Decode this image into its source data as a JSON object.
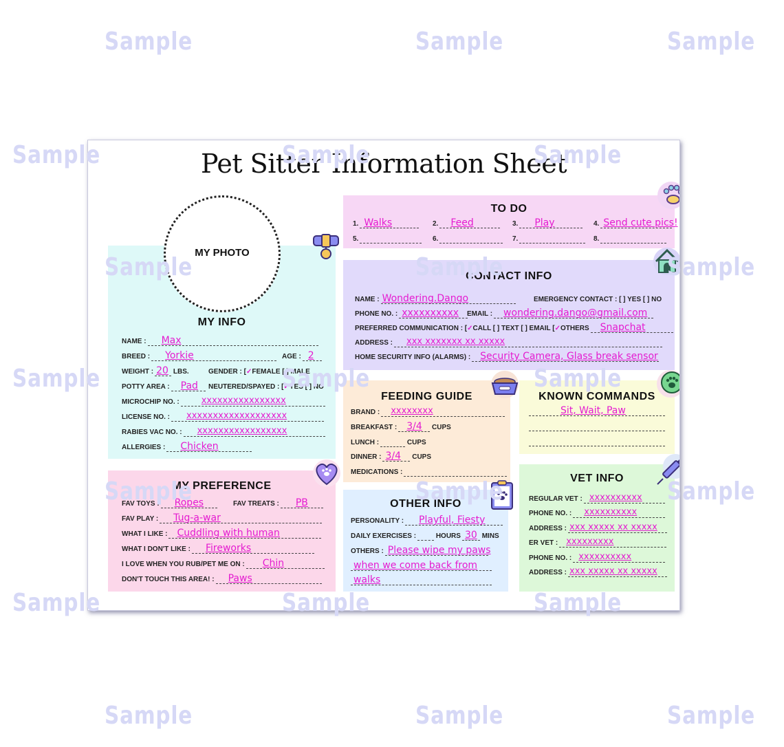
{
  "watermark": "Sample",
  "title": "Pet Sitter Information Sheet",
  "photo_label": "MY PHOTO",
  "todo": {
    "title": "TO DO",
    "items": [
      {
        "num": "1.",
        "value": "Walks"
      },
      {
        "num": "2.",
        "value": "Feed"
      },
      {
        "num": "3.",
        "value": "Play"
      },
      {
        "num": "4.",
        "value": "Send cute pics!"
      },
      {
        "num": "5.",
        "value": ""
      },
      {
        "num": "6.",
        "value": ""
      },
      {
        "num": "7.",
        "value": ""
      },
      {
        "num": "8.",
        "value": ""
      }
    ]
  },
  "contact": {
    "title": "CONTACT INFO",
    "name_label": "NAME :",
    "name_value": "Wondering.Dango",
    "emergency_label": "EMERGENCY CONTACT : [ ] YES [ ] NO",
    "phone_label": "PHONE NO. :",
    "phone_value": "xxxxxxxxxx",
    "email_label": "EMAIL :",
    "email_value": "wondering.dango@gmail.com",
    "comm_label": "PREFERRED COMMUNICATION : [",
    "comm_call": "CALL [ ] TEXT [ ] EMAIL [",
    "comm_others": "OTHERS",
    "comm_others_value": "Snapchat",
    "check_mark": "✓",
    "address_label": "ADDRESS :",
    "address_value": "xxx xxxxxxx xx xxxxx",
    "security_label": "HOME SECURITY INFO (ALARMS) :",
    "security_value": "Security Camera, Glass break sensor"
  },
  "myinfo": {
    "title": "MY INFO",
    "name_label": "NAME :",
    "name_value": "Max",
    "breed_label": "BREED :",
    "breed_value": "Yorkie",
    "age_label": "AGE :",
    "age_value": "2",
    "weight_label": "WEIGHT :",
    "weight_value": "20",
    "weight_unit": "LBS.",
    "gender_label": "GENDER : [",
    "gender_opts": "FEMALE [ ] MALE",
    "potty_label": "POTTY AREA :",
    "potty_value": "Pad",
    "neutered_label": "NEUTERED/SPAYED : [",
    "neutered_opts": "YES [ ] NO",
    "microchip_label": "MICROCHIP NO. :",
    "microchip_value": "xxxxxxxxxxxxxxxx",
    "license_label": "LICENSE NO. :",
    "license_value": "xxxxxxxxxxxxxxxxxxx",
    "rabies_label": "RABIES VAC NO. :",
    "rabies_value": "xxxxxxxxxxxxxxxxx",
    "allergies_label": "ALLERGIES :",
    "allergies_value": "Chicken"
  },
  "preference": {
    "title": "MY PREFERENCE",
    "toys_label": "FAV TOYS :",
    "toys_value": "Ropes",
    "treats_label": "FAV TREATS :",
    "treats_value": "PB",
    "play_label": "FAV PLAY :",
    "play_value": "Tug-a-war",
    "like_label": "WHAT I LIKE :",
    "like_value": "Cuddling with human",
    "dislike_label": "WHAT I DON'T LIKE :",
    "dislike_value": "Fireworks",
    "rub_label": "I LOVE WHEN YOU RUB/PET ME ON :",
    "rub_value": "Chin",
    "dont_label": "DON'T TOUCH THIS AREA! :",
    "dont_value": "Paws"
  },
  "feeding": {
    "title": "FEEDING GUIDE",
    "brand_label": "BRAND :",
    "brand_value": "xxxxxxxx",
    "breakfast_label": "BREAKFAST :",
    "breakfast_value": "3/4",
    "lunch_label": "LUNCH :",
    "lunch_value": "",
    "dinner_label": "DINNER :",
    "dinner_value": "3/4",
    "cups": "CUPS",
    "meds_label": "MEDICATIONS :",
    "meds_value": ""
  },
  "other": {
    "title": "OTHER INFO",
    "personality_label": "PERSONALITY :",
    "personality_value": "Playful, Fiesty",
    "exercise_label": "DAILY EXERCISES :",
    "hours": "HOURS",
    "exercise_value": "30",
    "mins": "MINS",
    "others_label": "OTHERS :",
    "others_line1": "Please wipe my paws",
    "others_line2": "when we come back from",
    "others_line3": "walks"
  },
  "commands": {
    "title": "KNOWN COMMANDS",
    "line1": "Sit, Wait, Paw"
  },
  "vet": {
    "title": "VET INFO",
    "regular_label": "REGULAR VET :",
    "regular_value": "xxxxxxxxxx",
    "phone1_label": "PHONE NO. :",
    "phone1_value": "xxxxxxxxxx",
    "address1_label": "ADDRESS :",
    "address1_value": "xxx xxxxx xx xxxxx",
    "er_label": "ER VET :",
    "er_value": "xxxxxxxxx",
    "phone2_label": "PHONE NO. :",
    "phone2_value": "xxxxxxxxxx",
    "address2_label": "ADDRESS :",
    "address2_value": "xxx xxxxx xx xxxxx"
  },
  "icons": [
    "paw-print-icon",
    "dog-collar-icon",
    "dog-house-icon",
    "dog-bowl-icon",
    "paw-badge-icon",
    "paw-heart-icon",
    "clipboard-paw-icon",
    "syringe-icon"
  ],
  "colors": {
    "handwriting": "#e41cd0",
    "todo": "#f7d7f5",
    "contact": "#e1dafb",
    "myinfo": "#def9f8",
    "preference": "#fcd7ea",
    "feeding": "#fdebd8",
    "other": "#e0efff",
    "commands": "#fafbd9",
    "vet": "#ddf8d9"
  }
}
